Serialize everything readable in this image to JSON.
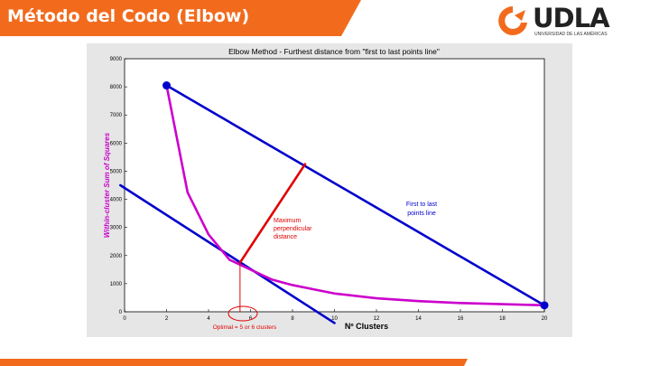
{
  "slide": {
    "title": "Método del Codo (Elbow)",
    "accent_color": "#F26B1D",
    "logo_text": "UDLA",
    "logo_subtext": "UNIVERSIDAD DE LAS AMÉRICAS",
    "logo_icon": "udla-swoosh-icon"
  },
  "chart_data": {
    "type": "line",
    "title": "Elbow Method - Furthest distance from \"first to last points line\"",
    "xlabel": "Nº Clusters",
    "ylabel": "Within-cluster Sum of Squares",
    "xlim": [
      0,
      20
    ],
    "ylim": [
      0,
      9000
    ],
    "xticks": [
      "0",
      "2",
      "4",
      "6",
      "8",
      "10",
      "12",
      "14",
      "16",
      "18",
      "20"
    ],
    "yticks": [
      "0",
      "1000",
      "2000",
      "3000",
      "4000",
      "5000",
      "6000",
      "7000",
      "8000",
      "9000"
    ],
    "grid": false,
    "series": [
      {
        "color": "#CC00CC",
        "x": [
          2,
          3,
          4,
          5,
          6,
          7,
          8,
          9,
          10,
          12,
          14,
          16,
          18,
          20
        ],
        "y": [
          8050,
          4250,
          2750,
          1850,
          1500,
          1150,
          950,
          800,
          650,
          480,
          380,
          310,
          270,
          230
        ]
      }
    ],
    "reference_lines": [
      {
        "color": "#0000CC",
        "x": [
          2,
          20
        ],
        "y": [
          8050,
          230
        ]
      },
      {
        "color": "#0000CC",
        "x": [
          -0.2,
          10
        ],
        "y": [
          4500,
          -400
        ]
      },
      {
        "color": "#E00000",
        "x": [
          5.5,
          8.6
        ],
        "y": [
          1750,
          5250
        ]
      }
    ],
    "markers": [
      {
        "color": "#0000CC",
        "x": 2,
        "y": 8050
      },
      {
        "color": "#0000CC",
        "x": 20,
        "y": 230
      }
    ],
    "annotations": {
      "first_last": "First to last points line",
      "first_last_color": "#0000CC",
      "max_perp": "Maximum perpendicular distance",
      "max_perp_color": "#E00000",
      "optimal": "Optimal = 5 or 6 clusters",
      "optimal_color": "#E00000"
    }
  }
}
